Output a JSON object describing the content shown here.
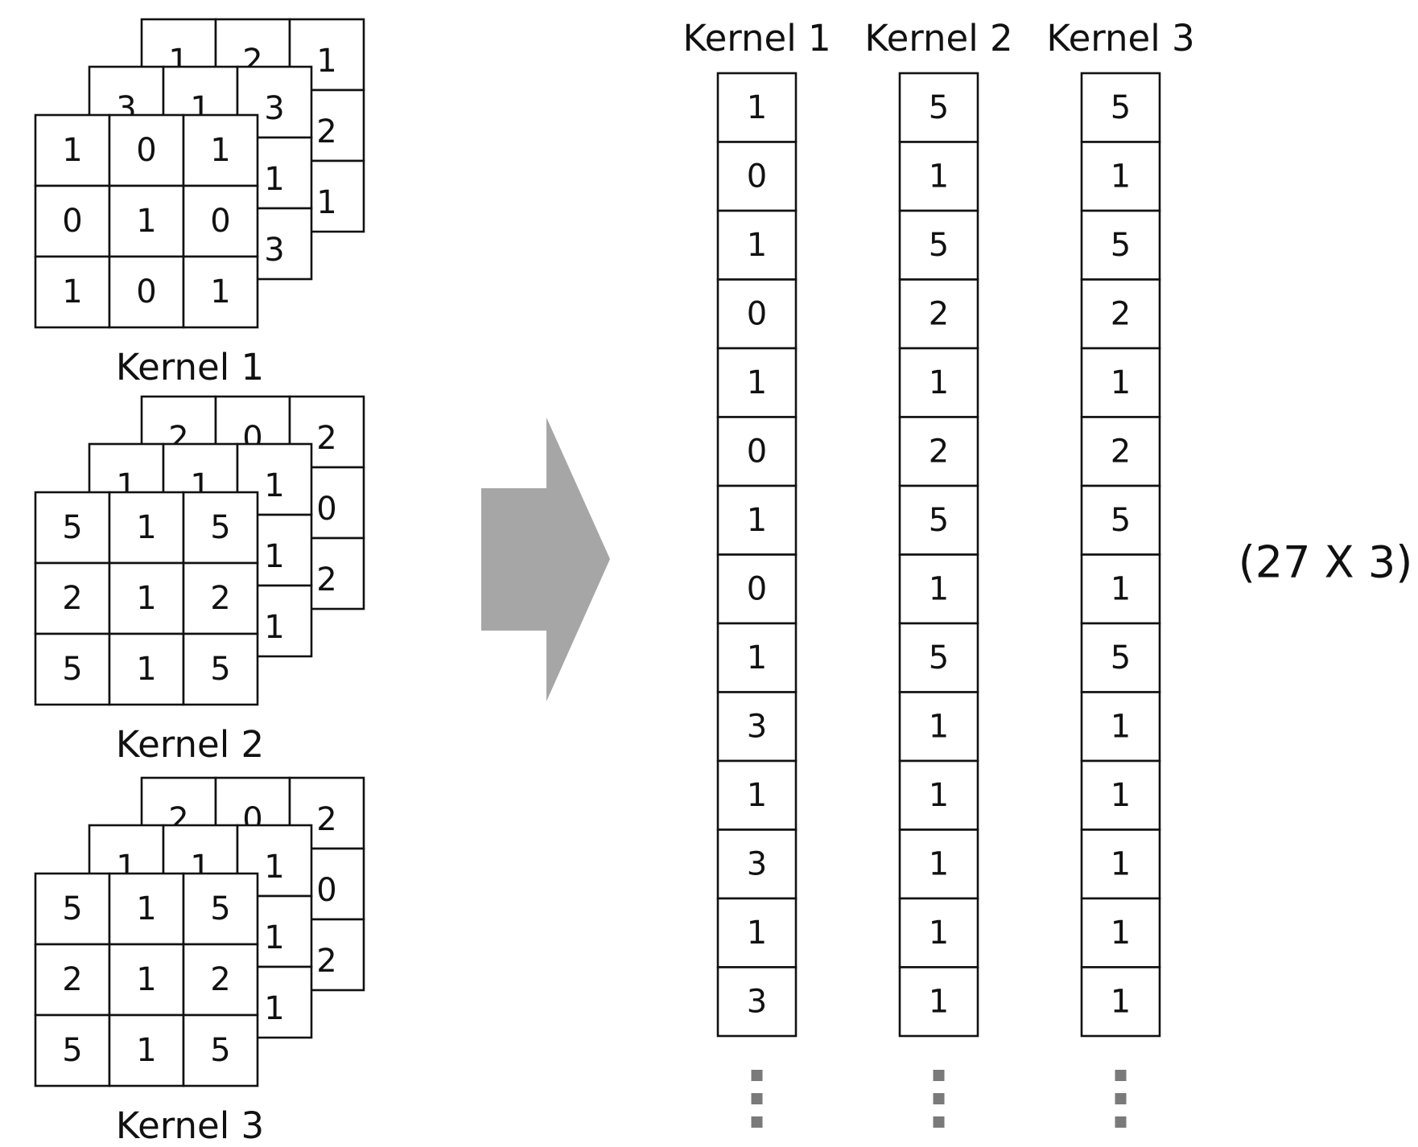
{
  "kernels": [
    {
      "name": "Kernel 1",
      "layers": [
        {
          "rows": [
            [
              "1",
              "0",
              "1"
            ],
            [
              "0",
              "1",
              "0"
            ],
            [
              "1",
              "0",
              "1"
            ]
          ]
        },
        {
          "rows": [
            [
              "3",
              "1",
              "3"
            ],
            [
              "",
              "",
              "1"
            ],
            [
              "",
              "",
              "3"
            ]
          ]
        },
        {
          "rows": [
            [
              "1",
              "2",
              "1"
            ],
            [
              "",
              "",
              "2"
            ],
            [
              "",
              "",
              "1"
            ]
          ]
        }
      ]
    },
    {
      "name": "Kernel 2",
      "layers": [
        {
          "rows": [
            [
              "5",
              "1",
              "5"
            ],
            [
              "2",
              "1",
              "2"
            ],
            [
              "5",
              "1",
              "5"
            ]
          ]
        },
        {
          "rows": [
            [
              "1",
              "1",
              "1"
            ],
            [
              "",
              "",
              "1"
            ],
            [
              "",
              "",
              "1"
            ]
          ]
        },
        {
          "rows": [
            [
              "2",
              "0",
              "2"
            ],
            [
              "",
              "",
              "0"
            ],
            [
              "",
              "",
              "2"
            ]
          ]
        }
      ]
    },
    {
      "name": "Kernel 3",
      "layers": [
        {
          "rows": [
            [
              "5",
              "1",
              "5"
            ],
            [
              "2",
              "1",
              "2"
            ],
            [
              "5",
              "1",
              "5"
            ]
          ]
        },
        {
          "rows": [
            [
              "1",
              "1",
              "1"
            ],
            [
              "",
              "",
              "1"
            ],
            [
              "",
              "",
              "1"
            ]
          ]
        },
        {
          "rows": [
            [
              "2",
              "0",
              "2"
            ],
            [
              "",
              "",
              "0"
            ],
            [
              "",
              "",
              "2"
            ]
          ]
        }
      ]
    }
  ],
  "columns": [
    {
      "name": "Kernel 1",
      "values": [
        "1",
        "0",
        "1",
        "0",
        "1",
        "0",
        "1",
        "0",
        "1",
        "3",
        "1",
        "3",
        "1",
        "3"
      ]
    },
    {
      "name": "Kernel 2",
      "values": [
        "5",
        "1",
        "5",
        "2",
        "1",
        "2",
        "5",
        "1",
        "5",
        "1",
        "1",
        "1",
        "1",
        "1"
      ]
    },
    {
      "name": "Kernel 3",
      "values": [
        "5",
        "1",
        "5",
        "2",
        "1",
        "2",
        "5",
        "1",
        "5",
        "1",
        "1",
        "1",
        "1",
        "1"
      ]
    }
  ],
  "matrix_dim": "(27 X 3)",
  "colors": {
    "arrow": "#a6a6a6",
    "dots": "#7a7a7a",
    "stroke": "#111111"
  }
}
